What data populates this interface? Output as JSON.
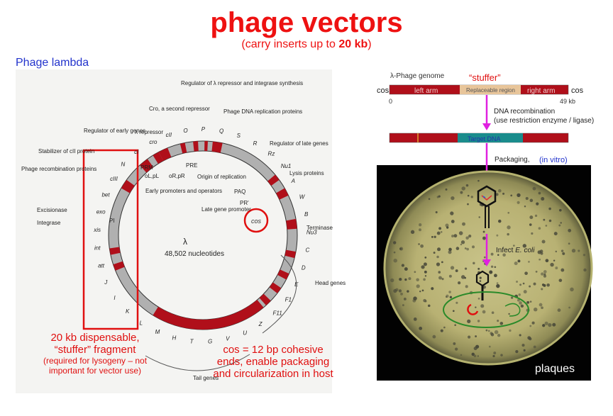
{
  "title": "phage vectors",
  "subtitle": {
    "prefix": "(carry inserts up to ",
    "bold": "20 kb",
    "suffix": ")"
  },
  "phage_label": "Phage lambda",
  "lambda_map": {
    "center_text": "λ",
    "nucleotides": "48,502 nucleotides",
    "genes": [
      "N",
      "cI",
      "cro",
      "cII",
      "O",
      "P",
      "Q",
      "S",
      "R",
      "Rz",
      "Nu1",
      "A",
      "W",
      "B",
      "Nu3",
      "C",
      "D",
      "E",
      "F1",
      "F11",
      "Z",
      "U",
      "V",
      "G",
      "T",
      "H",
      "M",
      "L",
      "K",
      "I",
      "J",
      "att",
      "int",
      "xis",
      "exo",
      "bet",
      "cIII"
    ],
    "labels": {
      "regulator_lambda": "Regulator of λ repressor and integrase synthesis",
      "cro": "Cro, a second repressor",
      "lambda_repressor": "λ repressor",
      "phage_dna": "Phage DNA replication proteins",
      "regulator_early": "Regulator of early genes",
      "stabilizer": "Stabilizer of cII protein",
      "regulator_late": "Regulator of late genes",
      "phage_recomb": "Phage recombination proteins",
      "lysis": "Lysis proteins",
      "early_promoters": "Early promoters and operators",
      "origin": "Origin of replication",
      "excisionase": "Excisionase",
      "integrase": "Integrase",
      "late_promoter": "Late gene promoter",
      "terminase": "Terminase",
      "head_genes": "Head genes",
      "tail_genes": "Tail genes",
      "cos": "cos",
      "PRM": "PRM",
      "PRE": "PRE",
      "PAQ": "PAQ",
      "PR2": "PR'",
      "PI": "PI",
      "oLpL": "oL,pL",
      "oRpR": "oR,pR"
    }
  },
  "notes": {
    "stuffer_main": "20 kb dispensable, “stuffer” fragment",
    "stuffer_small": "(required for lysogeny – not important for vector use)",
    "cos_note": "cos = 12 bp cohesive ends, enable packaging and circularization in host"
  },
  "genome_panel": {
    "genome_title": "λ-Phage genome",
    "stuffer": "“stuffer”",
    "cos_left": "cos",
    "cos_right": "cos",
    "left_arm": "left arm",
    "replaceable": "Replaceable region",
    "right_arm": "right arm",
    "scale_start": "0",
    "scale_end": "49 kb",
    "recomb_line1": "DNA recombination",
    "recomb_line2": "(use restriction enzyme / ligase)",
    "target_dna": "Target DNA",
    "packaging": "Packaging,",
    "in_vitro": "(in vitro)",
    "infect": "Infect",
    "infect_italic": "E. coli",
    "plaques": "plaques"
  }
}
